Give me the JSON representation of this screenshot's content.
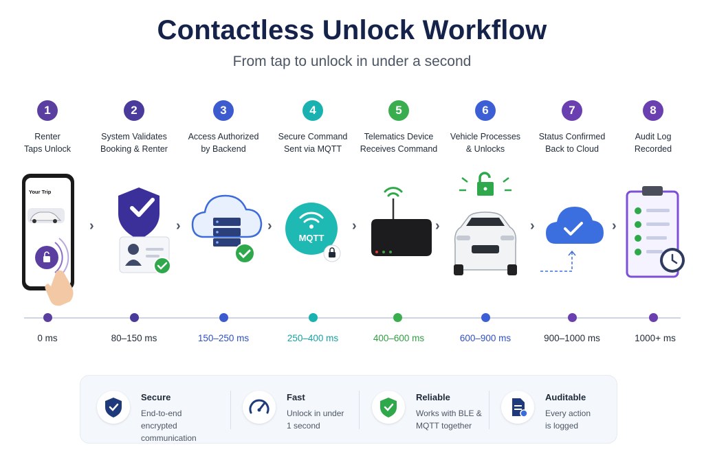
{
  "header": {
    "title": "Contactless Unlock Workflow",
    "subtitle": "From tap to unlock in under a second"
  },
  "steps": [
    {
      "number": "1",
      "label_line1": "Renter",
      "label_line2": "Taps Unlock",
      "time": "0 ms",
      "color": "#5b3fa0",
      "time_color": "#1f2937"
    },
    {
      "number": "2",
      "label_line1": "System Validates",
      "label_line2": "Booking & Renter",
      "time": "80–150 ms",
      "color": "#4a3a9c",
      "time_color": "#1f2937"
    },
    {
      "number": "3",
      "label_line1": "Access Authorized",
      "label_line2": "by Backend",
      "time": "150–250 ms",
      "color": "#3b5bcf",
      "time_color": "#2d4fc4"
    },
    {
      "number": "4",
      "label_line1": "Secure Command",
      "label_line2": "Sent via MQTT",
      "time": "250–400 ms",
      "color": "#19b2b0",
      "time_color": "#14a3a1"
    },
    {
      "number": "5",
      "label_line1": "Telematics Device",
      "label_line2": "Receives Command",
      "time": "400–600 ms",
      "color": "#3aae4e",
      "time_color": "#2f9e42"
    },
    {
      "number": "6",
      "label_line1": "Vehicle Processes",
      "label_line2": "& Unlocks",
      "time": "600–900 ms",
      "color": "#3d5fd6",
      "time_color": "#2d4fc4"
    },
    {
      "number": "7",
      "label_line1": "Status Confirmed",
      "label_line2": "Back to Cloud",
      "time": "900–1000 ms",
      "color": "#6a3fb0",
      "time_color": "#1f2937"
    },
    {
      "number": "8",
      "label_line1": "Audit Log",
      "label_line2": "Recorded",
      "time": "1000+ ms",
      "color": "#6a3fb0",
      "time_color": "#1f2937"
    }
  ],
  "illustrations": {
    "phone_screen_title": "Your Trip",
    "mqtt_label": "MQTT"
  },
  "features": [
    {
      "title": "Secure",
      "desc_line1": "End-to-end encrypted",
      "desc_line2": "communication",
      "icon": "shield-check-icon"
    },
    {
      "title": "Fast",
      "desc_line1": "Unlock in under",
      "desc_line2": "1 second",
      "icon": "speedometer-icon"
    },
    {
      "title": "Reliable",
      "desc_line1": "Works with BLE &",
      "desc_line2": "MQTT together",
      "icon": "green-shield-check-icon"
    },
    {
      "title": "Auditable",
      "desc_line1": "Every action",
      "desc_line2": "is logged",
      "icon": "document-icon"
    }
  ],
  "colors": {
    "title": "#15224a",
    "purple": "#5b3fa0",
    "blue": "#3d5fd6",
    "teal": "#19b2b0",
    "green": "#3aae4e"
  }
}
